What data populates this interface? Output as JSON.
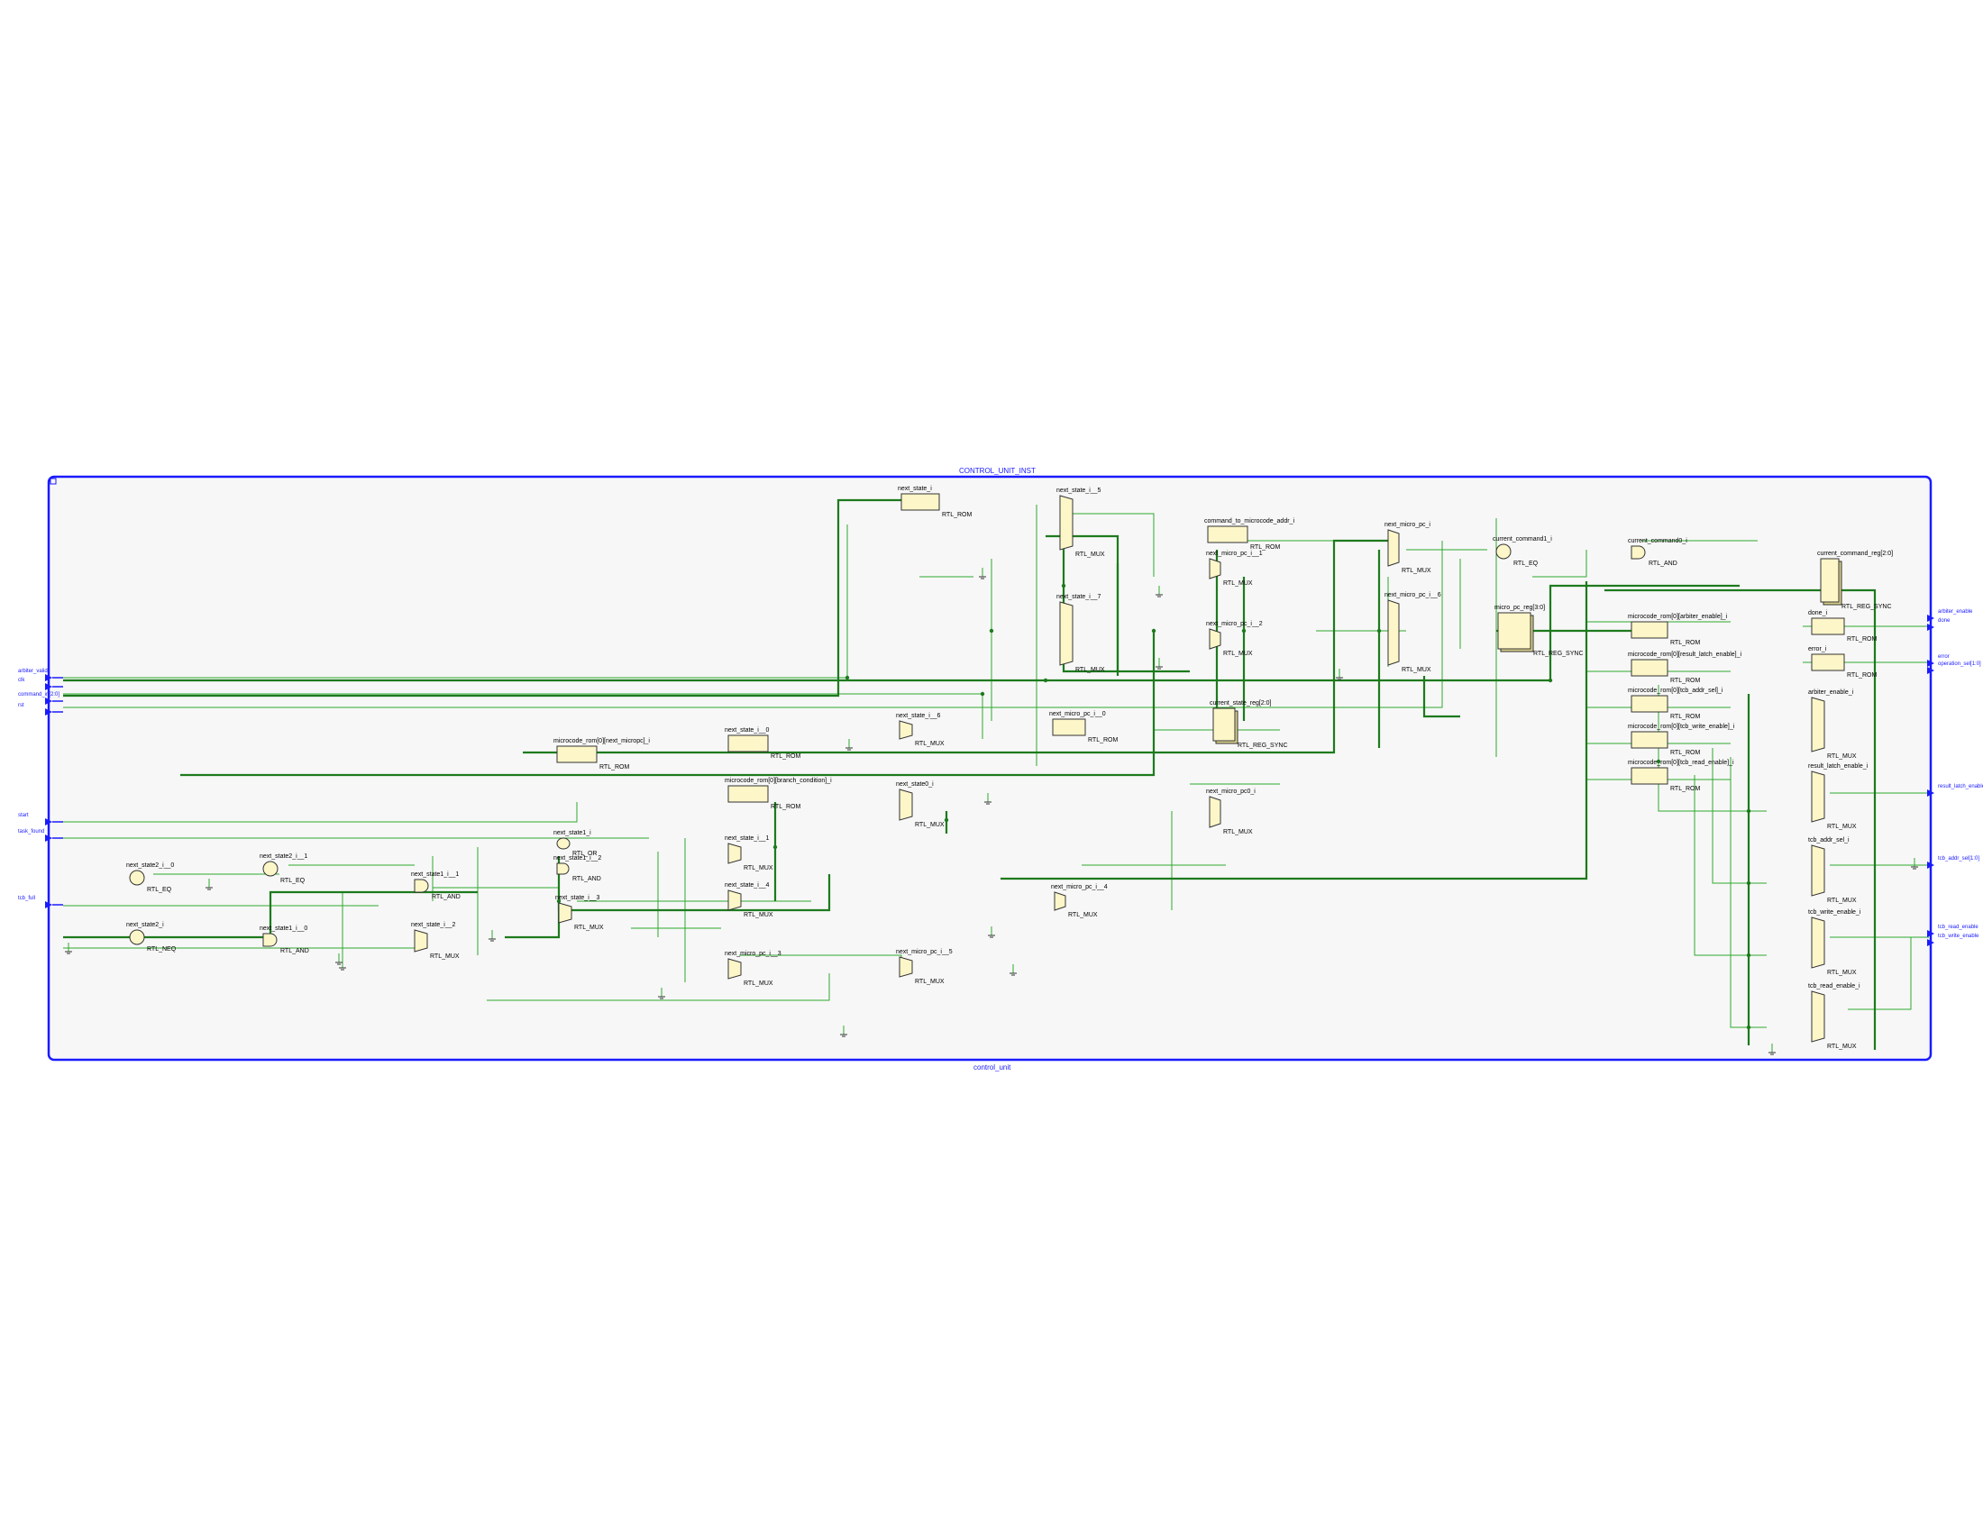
{
  "instance_title": "CONTROL_UNIT_INST",
  "module_name": "control_unit",
  "colors": {
    "wire": "#2eaa2e",
    "bus": "#1d7a1d",
    "frame": "#1a1aff",
    "cell_fill": "#fdf6c8",
    "cell_stroke": "#333333",
    "canvas": "#f7f7f7"
  },
  "inputs": [
    "arbiter_valid",
    "clk",
    "command_in[2:0]",
    "rst",
    "start",
    "task_found",
    "tcb_full"
  ],
  "outputs": [
    "arbiter_enable",
    "done",
    "error",
    "operation_sel[1:0]",
    "result_latch_enable",
    "tcb_addr_sel[1:0]",
    "tcb_read_enable",
    "tcb_write_enable"
  ],
  "cells": [
    {
      "name": "next_state_i",
      "type": "RTL_ROM"
    },
    {
      "name": "next_state_i__5",
      "type": "RTL_MUX"
    },
    {
      "name": "next_state_i__7",
      "type": "RTL_MUX"
    },
    {
      "name": "command_to_microcode_addr_i",
      "type": "RTL_ROM"
    },
    {
      "name": "next_micro_pc_i",
      "type": "RTL_MUX"
    },
    {
      "name": "next_micro_pc_i__1",
      "type": "RTL_MUX"
    },
    {
      "name": "next_micro_pc_i__2",
      "type": "RTL_MUX"
    },
    {
      "name": "next_micro_pc_i__6",
      "type": "RTL_MUX"
    },
    {
      "name": "current_command1_i",
      "type": "RTL_EQ"
    },
    {
      "name": "current_command0_i",
      "type": "RTL_AND"
    },
    {
      "name": "current_command_reg[2:0]",
      "type": "RTL_REG_SYNC"
    },
    {
      "name": "micro_pc_reg[3:0]",
      "type": "RTL_REG_SYNC"
    },
    {
      "name": "microcode_rom[0][arbiter_enable]_i",
      "type": "RTL_ROM"
    },
    {
      "name": "microcode_rom[0][result_latch_enable]_i",
      "type": "RTL_ROM"
    },
    {
      "name": "microcode_rom[0][tcb_addr_sel]_i",
      "type": "RTL_ROM"
    },
    {
      "name": "microcode_rom[0][tcb_write_enable]_i",
      "type": "RTL_ROM"
    },
    {
      "name": "microcode_rom[0][tcb_read_enable]_i",
      "type": "RTL_ROM"
    },
    {
      "name": "done_i",
      "type": "RTL_ROM"
    },
    {
      "name": "error_i",
      "type": "RTL_ROM"
    },
    {
      "name": "arbiter_enable_i",
      "type": "RTL_MUX"
    },
    {
      "name": "result_latch_enable_i",
      "type": "RTL_MUX"
    },
    {
      "name": "tcb_addr_sel_i",
      "type": "RTL_MUX"
    },
    {
      "name": "tcb_write_enable_i",
      "type": "RTL_MUX"
    },
    {
      "name": "tcb_read_enable_i",
      "type": "RTL_MUX"
    },
    {
      "name": "next_state_i__6",
      "type": "RTL_MUX"
    },
    {
      "name": "next_state_i__0",
      "type": "RTL_ROM"
    },
    {
      "name": "microcode_rom[0][next_micropc]_i",
      "type": "RTL_ROM"
    },
    {
      "name": "microcode_rom[0][branch_condition]_i",
      "type": "RTL_ROM"
    },
    {
      "name": "next_micro_pc_i__0",
      "type": "RTL_ROM"
    },
    {
      "name": "current_state_reg[2:0]",
      "type": "RTL_REG_SYNC"
    },
    {
      "name": "next_state0_i",
      "type": "RTL_MUX"
    },
    {
      "name": "next_micro_pc0_i",
      "type": "RTL_MUX"
    },
    {
      "name": "next_state1_i",
      "type": "RTL_OR"
    },
    {
      "name": "next_state1_i__2",
      "type": "RTL_AND"
    },
    {
      "name": "next_state_i__1",
      "type": "RTL_MUX"
    },
    {
      "name": "next_state_i__4",
      "type": "RTL_MUX"
    },
    {
      "name": "next_state_i__3",
      "type": "RTL_MUX"
    },
    {
      "name": "next_micro_pc_i__4",
      "type": "RTL_MUX"
    },
    {
      "name": "next_state2_i__0",
      "type": "RTL_EQ"
    },
    {
      "name": "next_state2_i__1",
      "type": "RTL_EQ"
    },
    {
      "name": "next_state1_i__1",
      "type": "RTL_AND"
    },
    {
      "name": "next_state2_i",
      "type": "RTL_NEQ"
    },
    {
      "name": "next_state1_i__0",
      "type": "RTL_AND"
    },
    {
      "name": "next_state_i__2",
      "type": "RTL_MUX"
    },
    {
      "name": "next_micro_pc_i__3",
      "type": "RTL_MUX"
    },
    {
      "name": "next_micro_pc_i__5",
      "type": "RTL_MUX"
    }
  ]
}
